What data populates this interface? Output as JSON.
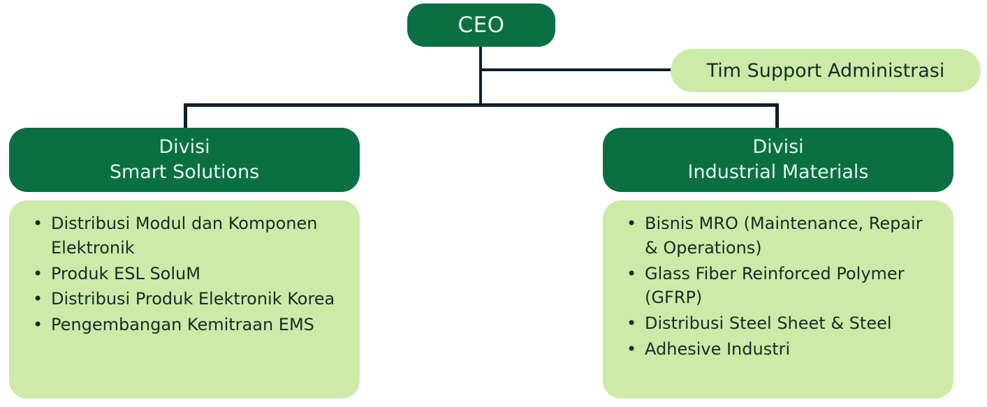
{
  "chart_type": "organizational-chart",
  "colors": {
    "dark_green": "#0A7043",
    "light_green": "#CDEBA8",
    "line": "#0F1E2B",
    "dark_text": "#132C25",
    "light_text": "#E8F7EE"
  },
  "ceo": {
    "label": "CEO"
  },
  "support": {
    "label": "Tim Support Administrasi"
  },
  "divisions": [
    {
      "header_line1": "Divisi",
      "header_line2": "Smart Solutions",
      "items": [
        "Distribusi Modul dan Komponen Elektronik",
        "Produk ESL SoluM",
        "Distribusi Produk Elektronik Korea",
        "Pengembangan Kemitraan EMS"
      ]
    },
    {
      "header_line1": "Divisi",
      "header_line2": "Industrial Materials",
      "items": [
        "Bisnis MRO (Maintenance, Repair & Operations)",
        "Glass Fiber Reinforced Polymer (GFRP)",
        "Distribusi Steel Sheet & Steel",
        "Adhesive Industri"
      ]
    }
  ]
}
